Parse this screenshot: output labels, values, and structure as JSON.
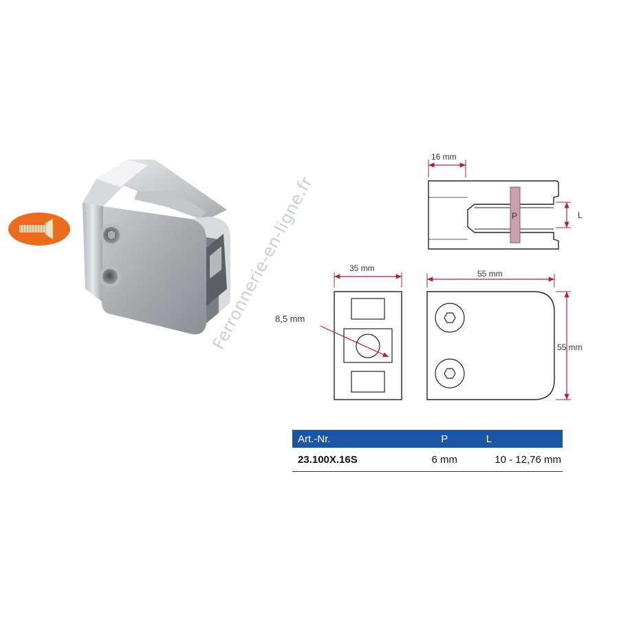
{
  "watermark": "Ferronnerie-en-ligne.fr",
  "dimensions": {
    "top_width": "16 mm",
    "glass_thickness_label": "L",
    "glass_label": "P",
    "back_width": "35 mm",
    "hole_diameter": "8,5 mm",
    "front_width": "55 mm",
    "front_height": "55 mm"
  },
  "icons": {
    "badge": "screw-icon",
    "screw_badge_color": "#ec6b1c"
  },
  "colors": {
    "dimension_line": "#b0203a",
    "glass_fill": "#c8a2aa",
    "table_header": "#1b55a3"
  },
  "table": {
    "headers": [
      "Art.-Nr.",
      "P",
      "L"
    ],
    "rows": [
      [
        "23.100X.16S",
        "6 mm",
        "10 - 12,76 mm"
      ]
    ]
  }
}
